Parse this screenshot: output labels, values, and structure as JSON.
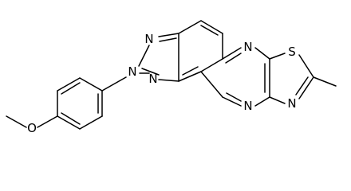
{
  "structure": {
    "atom_labels": {
      "triazole_n_top": "N",
      "triazole_n_mid": "N",
      "triazole_n_bottom": "N",
      "pyrazine_n_top": "N",
      "pyrazine_n_bottom": "N",
      "thiazole_s": "S",
      "thiazole_n": "N",
      "methoxy_o": "O"
    },
    "colors": {
      "bond": "#000000",
      "label": "#000000",
      "background": "#ffffff"
    }
  }
}
